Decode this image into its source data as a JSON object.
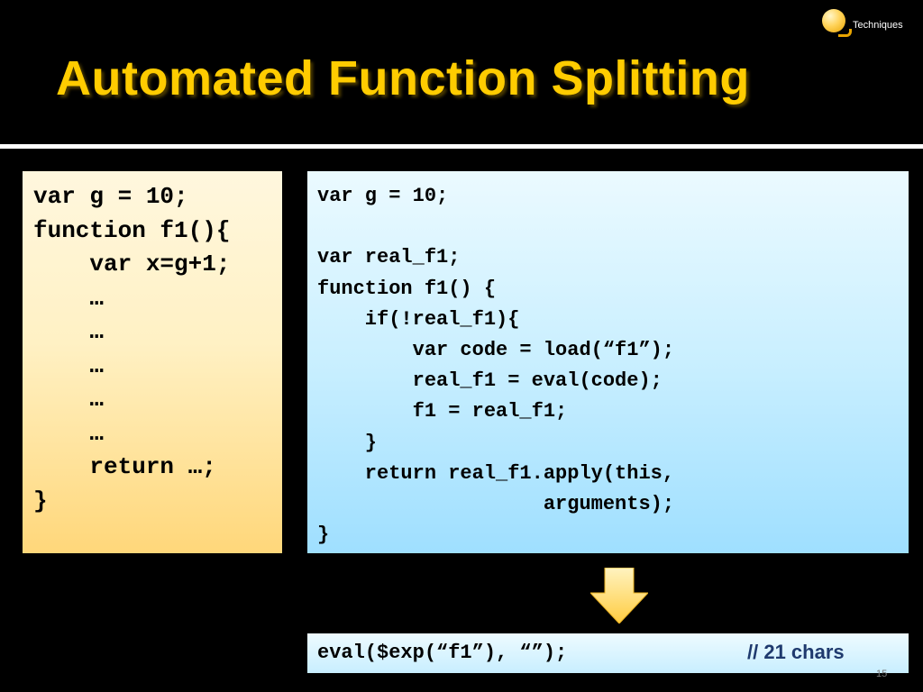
{
  "header": {
    "badge_label": "Techniques",
    "title": "Automated Function Splitting"
  },
  "left_panel": {
    "code": "var g = 10;\nfunction f1(){\n    var x=g+1;\n    …\n    …\n    …\n    …\n    …\n    return …;\n}"
  },
  "right_panel": {
    "code": "var g = 10;\n\nvar real_f1;\nfunction f1() {\n    if(!real_f1){\n        var code = load(“f1”);\n        real_f1 = eval(code);\n        f1 = real_f1;\n    }\n    return real_f1.apply(this,\n                   arguments);\n}"
  },
  "bottom_box": {
    "code": "eval($exp(“f1”), “”);",
    "comment": "// 21 chars"
  },
  "colors": {
    "title": "#ffcc00",
    "comment": "#1f3a6e",
    "arrow_fill": "#ffd35a"
  },
  "icons": {
    "badge": "speech-bubble-icon",
    "arrow": "arrow-down-icon"
  },
  "footer": {
    "page_number": "15"
  }
}
